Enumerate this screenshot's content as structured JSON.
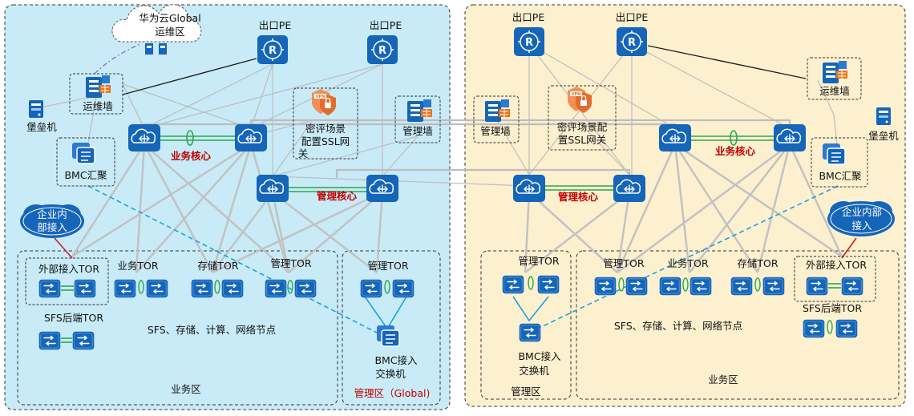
{
  "colors": {
    "left_zone_bg": "#c8ebf7",
    "right_zone_bg": "#fdf0cf",
    "device_blue": "#1565b8",
    "link_gray": "#b9b9b9",
    "trunk_green": "#2aa84a",
    "dashed_cyan": "#1aa3df",
    "label_red": "#c00000"
  },
  "left": {
    "cloud_label_line1": "华为云Global",
    "cloud_label_line2": "运维区",
    "pe1_label": "出口PE",
    "pe2_label": "出口PE",
    "ops_wall": "运维墙",
    "bastion": "堡垒机",
    "bmc_aggr": "BMC汇聚",
    "vpn_line1": "密评场景",
    "vpn_line2": "配置SSL网",
    "vpn_line3": "关",
    "mgmt_wall": "管理墙",
    "biz_core": "业务核心",
    "mgmt_core": "管理核心",
    "enterprise_line1": "企业内",
    "enterprise_line2": "部接入",
    "ext_tor": "外部接入TOR",
    "biz_tor": "业务TOR",
    "storage_tor": "存储TOR",
    "mgmt_tor": "管理TOR",
    "mgmt_tor2": "管理TOR",
    "sfs_tor": "SFS后端TOR",
    "nodes": "SFS、存储、计算、网络节点",
    "bmc_access_line1": "BMC接入",
    "bmc_access_line2": "交换机",
    "biz_zone": "业务区",
    "mgmt_zone": "管理区（Global)"
  },
  "right": {
    "pe1_label": "出口PE",
    "pe2_label": "出口PE",
    "mgmt_wall": "管理墙",
    "vpn_line1": "密评场景配",
    "vpn_line2": "置SSL网关",
    "ops_wall": "运维墙",
    "bastion": "堡垒机",
    "biz_core": "业务核心",
    "mgmt_core": "管理核心",
    "bmc_aggr": "BMC汇聚",
    "enterprise_line1": "企业内部",
    "enterprise_line2": "接入",
    "mgmt_tor": "管理TOR",
    "mgmt_tor2": "管理TOR",
    "biz_tor": "业务TOR",
    "storage_tor": "存储TOR",
    "ext_tor": "外部接入TOR",
    "sfs_tor": "SFS后端TOR",
    "nodes": "SFS、存储、计算、网络节点",
    "bmc_access_line1": "BMC接入",
    "bmc_access_line2": "交换机",
    "mgmt_zone": "管理区",
    "biz_zone": "业务区"
  }
}
